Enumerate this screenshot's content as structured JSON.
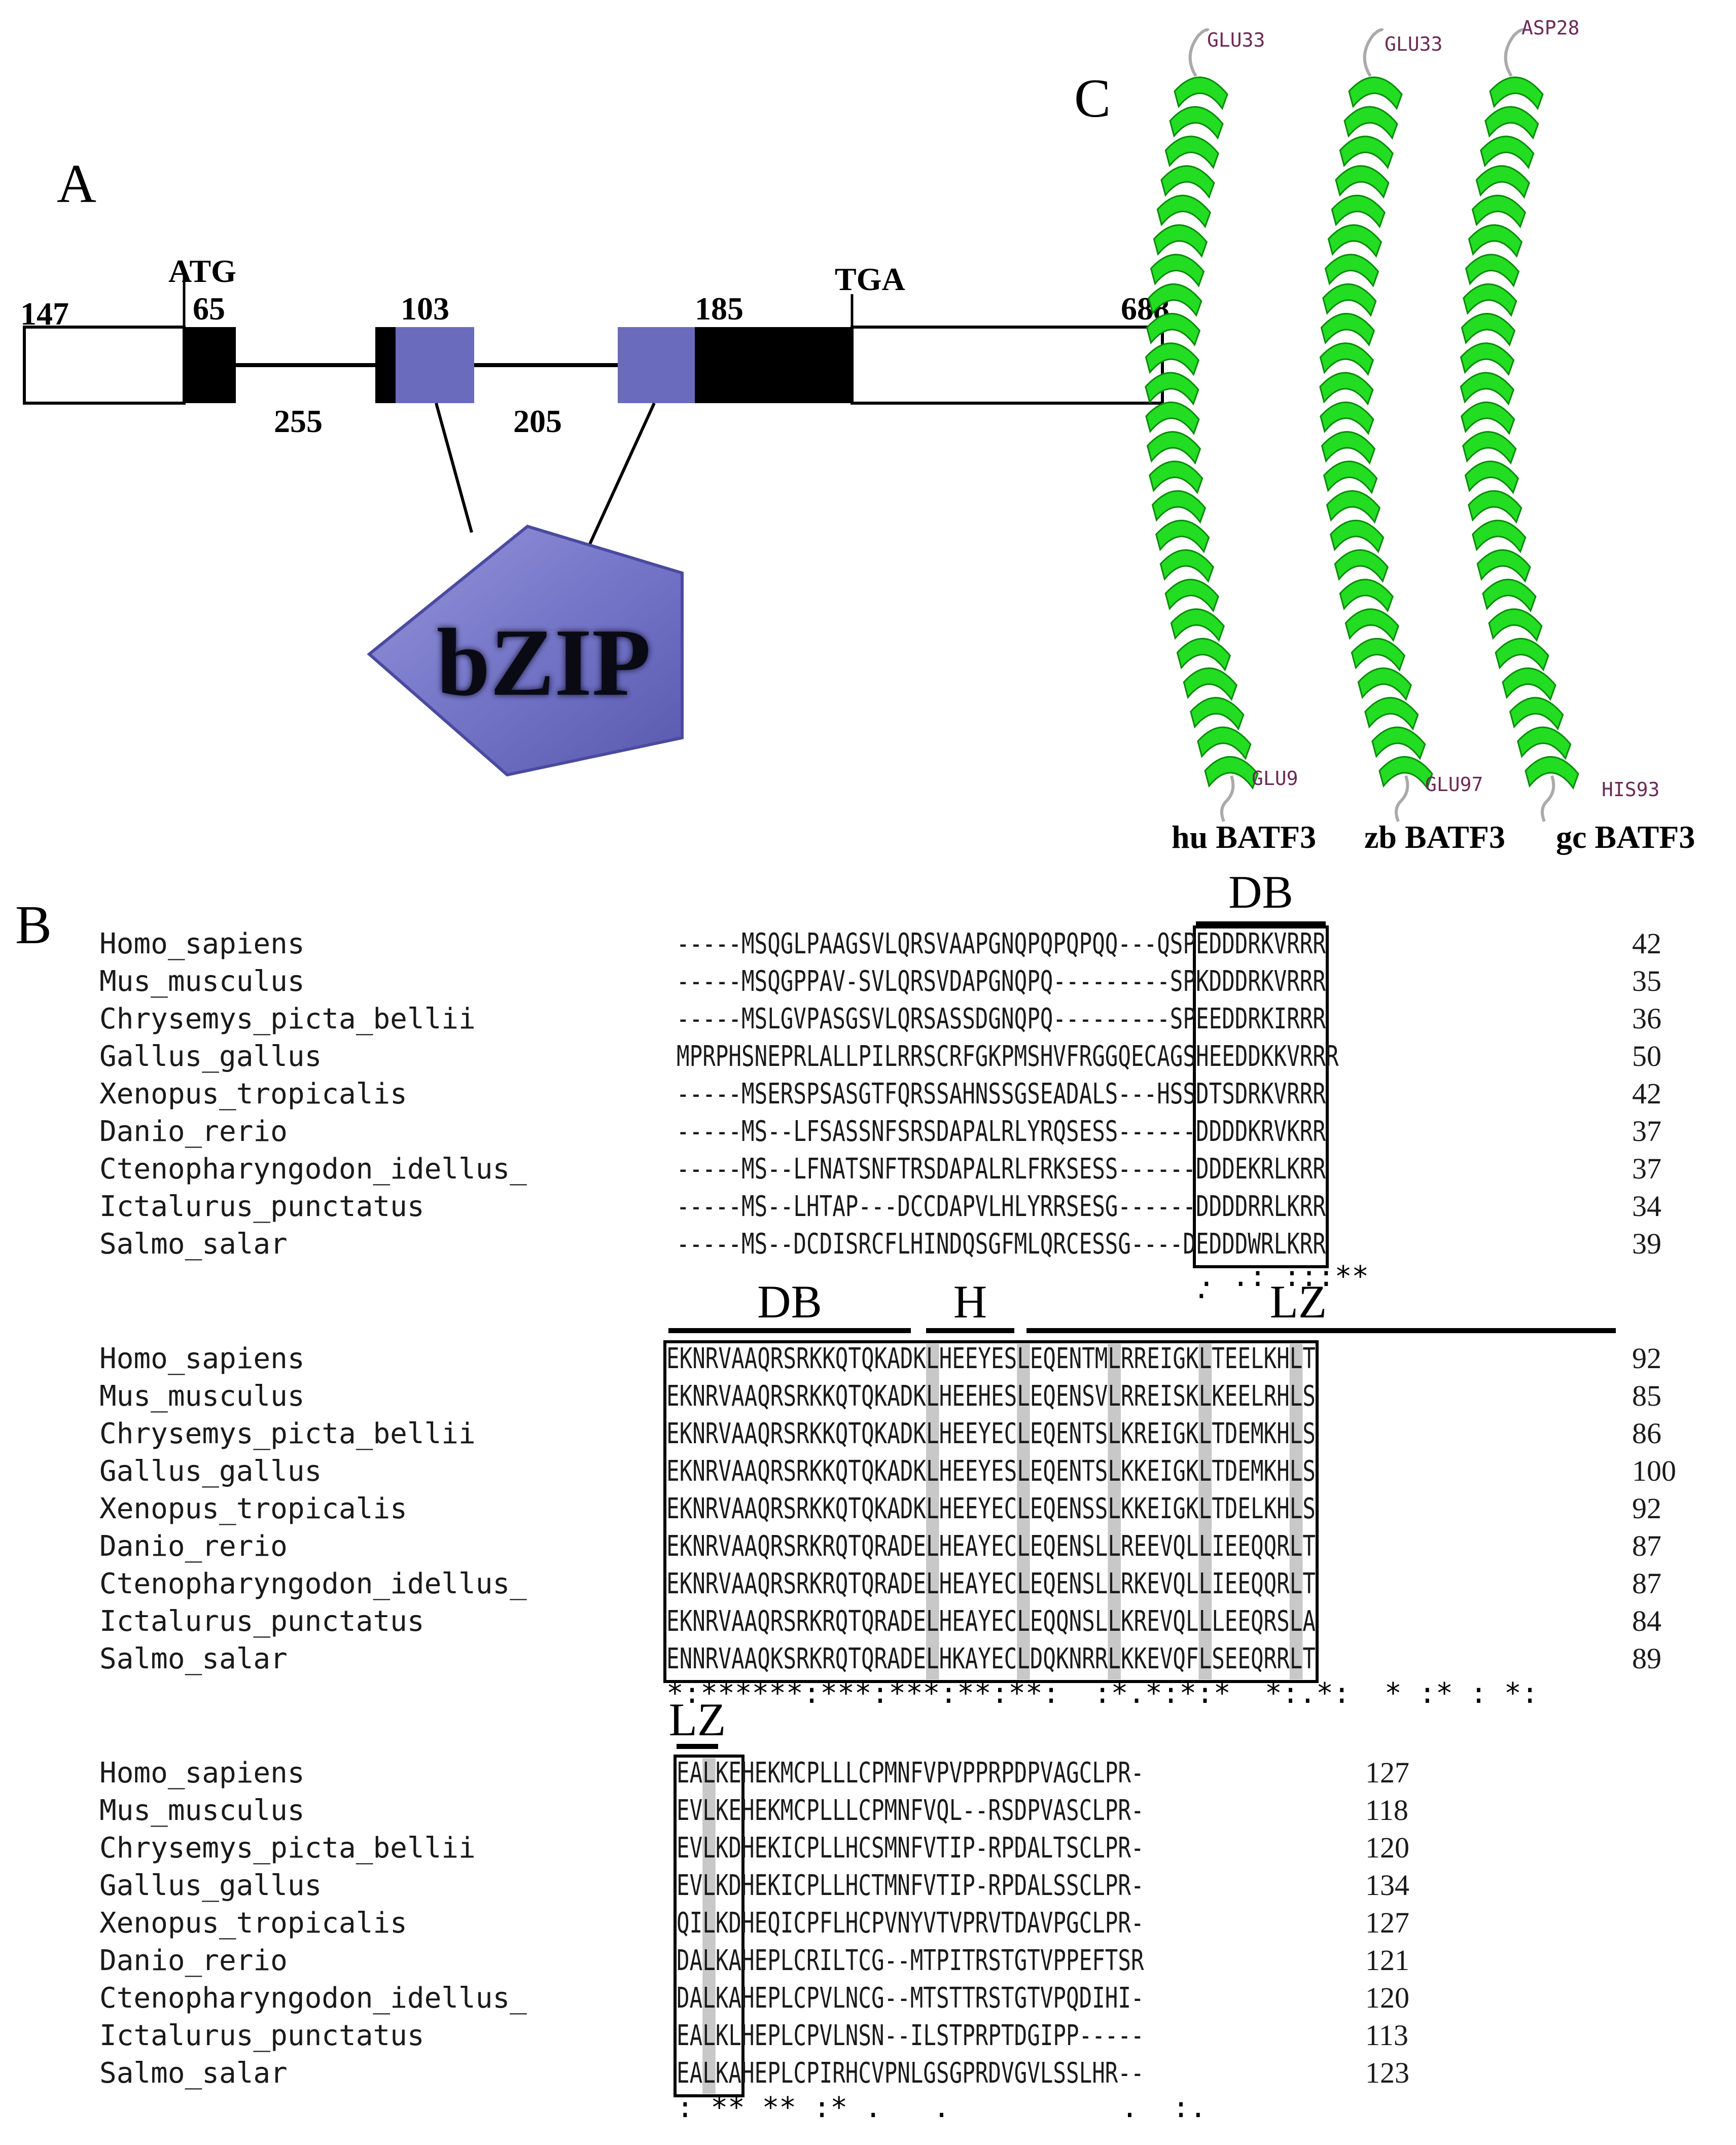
{
  "panels": {
    "a": "A",
    "b": "B",
    "c": "C"
  },
  "panel_a": {
    "labels": {
      "n147": "147",
      "atg": "ATG",
      "n65": "65",
      "n103": "103",
      "n185": "185",
      "tga": "TGA",
      "n688": "688",
      "n255": "255",
      "n205": "205"
    },
    "domain_label": "bZIP",
    "colors": {
      "exon_blue": "#6b6bbd",
      "exon_black": "#000000",
      "pentagon": "#7272c4"
    }
  },
  "panel_c": {
    "models": [
      {
        "top": "GLU33",
        "bottom": "GLU9",
        "name": "hu BATF3"
      },
      {
        "top": "GLU33",
        "bottom": "GLU97",
        "name": "zb BATF3"
      },
      {
        "top": "ASP28",
        "bottom": "HIS93",
        "name": "gc BATF3"
      }
    ],
    "helix_color": "#22dd22"
  },
  "panel_b": {
    "species": [
      "Homo_sapiens",
      "Mus_musculus",
      "Chrysemys_picta_bellii",
      "Gallus_gallus",
      "Xenopus_tropicalis",
      "Danio_rerio",
      "Ctenopharyngodon_idellus_",
      "Ictalurus_punctatus",
      "Salmo_salar"
    ],
    "blocks": [
      {
        "regions": [
          "DB"
        ],
        "rows": [
          {
            "seq": "-----MSQGLPAAGSVLQRSVAAPGNQPQPQPQQ---QSPEDDDRKVRRR",
            "num": "42"
          },
          {
            "seq": "-----MSQGPPAV-SVLQRSVDAPGNQPQ---------SPKDDDRKVRRR",
            "num": "35"
          },
          {
            "seq": "-----MSLGVPASGSVLQRSASSDGNQPQ---------SPEEDDRKIRRR",
            "num": "36"
          },
          {
            "seq": "MPRPHSNEPRLALLPILRRSCRFGKPMSHVFRGGQECAGSHEEDDKKVRRR",
            "num": "50"
          },
          {
            "seq": "-----MSERSPSASGTFQRSSAHNSSGSEADALS---HSSDTSDRKVRRR",
            "num": "42"
          },
          {
            "seq": "-----MS--LFSASSNFSRSDAPALRLYRQSESS------DDDDKRVKRR",
            "num": "37"
          },
          {
            "seq": "-----MS--LFNATSNFTRSDAPALRLFRKSESS------DDDEKRLKRR",
            "num": "37"
          },
          {
            "seq": "-----MS--LHTAP---DCCDAPVLHLYRRSESG------DDDDRRLKRR",
            "num": "34"
          },
          {
            "seq": "-----MS--DCDISRCFLHINDQSGFMLQRCESSG----DEDDDWRLKRR",
            "num": "39"
          }
        ],
        "consensus": ". .: :::**"
      },
      {
        "regions": [
          "DB",
          "H",
          "LZ"
        ],
        "top_dots": [
          ".",
          "."
        ],
        "rows": [
          {
            "seq": "EKNRVAAQRSRKKQTQKADKLHEEYESLEQENTMLRREIGKLTEELKHLT",
            "num": "92"
          },
          {
            "seq": "EKNRVAAQRSRKKQTQKADKLHEEHESLEQENSVLRREISKLKEELRHLS",
            "num": "85"
          },
          {
            "seq": "EKNRVAAQRSRKKQTQKADKLHEEYECLEQENTSLKREIGKLTDEMKHLS",
            "num": "86"
          },
          {
            "seq": "EKNRVAAQRSRKKQTQKADKLHEEYESLEQENTSLKKEIGKLTDEMKHLS",
            "num": "100"
          },
          {
            "seq": "EKNRVAAQRSRKKQTQKADKLHEEYECLEQENSSLKKEIGKLTDELKHLS",
            "num": "92"
          },
          {
            "seq": "EKNRVAAQRSRKRQTQRADELHEAYECLEQENSLLREEVQLLIEEQQRLT",
            "num": "87"
          },
          {
            "seq": "EKNRVAAQRSRKRQTQRADELHEAYECLEQENSLLRKEVQLLIEEQQRLT",
            "num": "87"
          },
          {
            "seq": "EKNRVAAQRSRKRQTQRADELHEAYECLEQQNSLLKREVQLLLEEQRSLA",
            "num": "84"
          },
          {
            "seq": "ENNRVAAQKSRKRQTQRADELHKAYECLDQKNRRLKKEVQFLSEEQRRLT",
            "num": "89"
          }
        ],
        "consensus": "*:******:***:***:**:**:  :*.*:*:*  *:.*:  * :* : *:"
      },
      {
        "regions": [
          "LZ"
        ],
        "rows": [
          {
            "seq": "EALKEHEKMCPLLLCPMNFVPVPPRPDPVAGCLPR-",
            "num": "127"
          },
          {
            "seq": "EVLKEHEKMCPLLLCPMNFVQL--RSDPVASCLPR-",
            "num": "118"
          },
          {
            "seq": "EVLKDHEKICPLLHCSMNFVTIP-RPDALTSCLPR-",
            "num": "120"
          },
          {
            "seq": "EVLKDHEKICPLLHCTMNFVTIP-RPDALSSCLPR-",
            "num": "134"
          },
          {
            "seq": "QILKDHEQICPFLHCPVNYVTVPRVTDAVPGCLPR-",
            "num": "127"
          },
          {
            "seq": "DALKAHEPLCRILTCG--MTPITRSTGTVPPEFTSR",
            "num": "121"
          },
          {
            "seq": "DALKAHEPLCPVLNCG--MTSTTRSTGTVPQDIHI-",
            "num": "120"
          },
          {
            "seq": "EALKLHEPLCPVLNSN--ILSTPRPTDGIPP-----",
            "num": "113"
          },
          {
            "seq": "EALKAHEPLCPIRHCVPNLGSGPRDVGVLSSLHR--",
            "num": "123"
          }
        ],
        "consensus": ": ** ** :* .   .          .  :."
      }
    ],
    "highlight_color": "#c8c8c8"
  }
}
